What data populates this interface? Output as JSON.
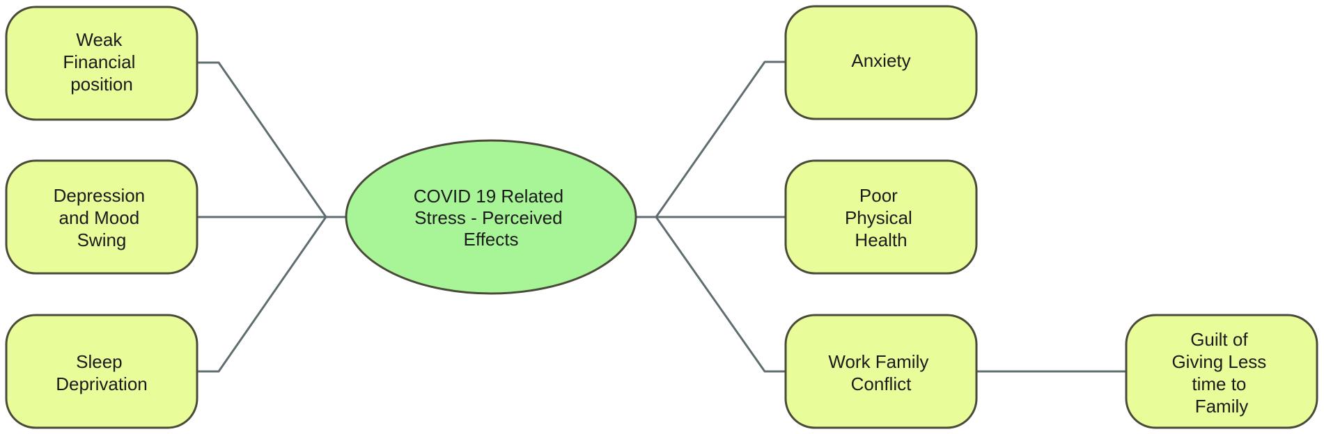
{
  "colors": {
    "center_fill": "#a8f598",
    "node_fill": "#e8fc9a",
    "border": "#4a4a3a",
    "line": "#5f6d70"
  },
  "center": {
    "lines": [
      "COVID 19 Related",
      "Stress - Perceived",
      "Effects"
    ]
  },
  "left_nodes": [
    {
      "id": "weak-financial-position",
      "lines": [
        "Weak",
        "Financial",
        "position"
      ]
    },
    {
      "id": "depression-and-mood-swing",
      "lines": [
        "Depression",
        "and Mood",
        "Swing"
      ]
    },
    {
      "id": "sleep-deprivation",
      "lines": [
        "Sleep",
        "Deprivation"
      ]
    }
  ],
  "right_nodes": [
    {
      "id": "anxiety",
      "lines": [
        "Anxiety"
      ]
    },
    {
      "id": "poor-physical-health",
      "lines": [
        "Poor",
        "Physical",
        "Health"
      ]
    },
    {
      "id": "work-family-conflict",
      "lines": [
        "Work Family",
        "Conflict"
      ]
    }
  ],
  "sub_nodes": [
    {
      "id": "guilt-of-giving-less-time",
      "parent": "work-family-conflict",
      "lines": [
        "Guilt of",
        "Giving Less",
        "time to",
        "Family"
      ]
    }
  ]
}
